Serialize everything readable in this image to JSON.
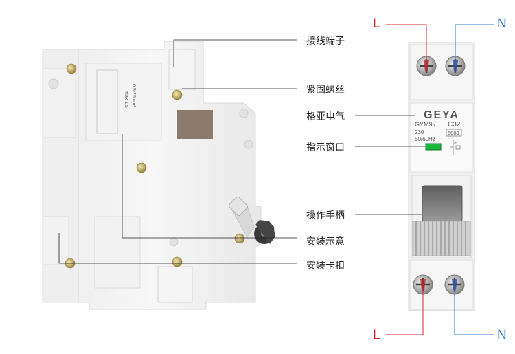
{
  "callouts": [
    {
      "label": "接线端子"
    },
    {
      "label": "紧固螺丝"
    },
    {
      "label": "格亚电气"
    },
    {
      "label": "指示窗口"
    },
    {
      "label": "操作手柄"
    },
    {
      "label": "安装示意"
    },
    {
      "label": "安装卡扣"
    }
  ],
  "terminals": {
    "top_live": "L",
    "top_neutral": "N",
    "bottom_live": "L",
    "bottom_neutral": "N"
  },
  "device": {
    "brand": "GEYA",
    "model": "GYM9",
    "model_suffix": "N",
    "rating": "C32",
    "voltage": "230",
    "frequency": "50/60Hz",
    "breaking_capacity": "6000"
  },
  "side_label": {
    "wire_size": "0.5-25mm²",
    "torque": "max 1.5"
  },
  "colors": {
    "live": "#d8252b",
    "neutral": "#2f78d0",
    "leader": "#222222",
    "indicator": "#18b83a"
  }
}
